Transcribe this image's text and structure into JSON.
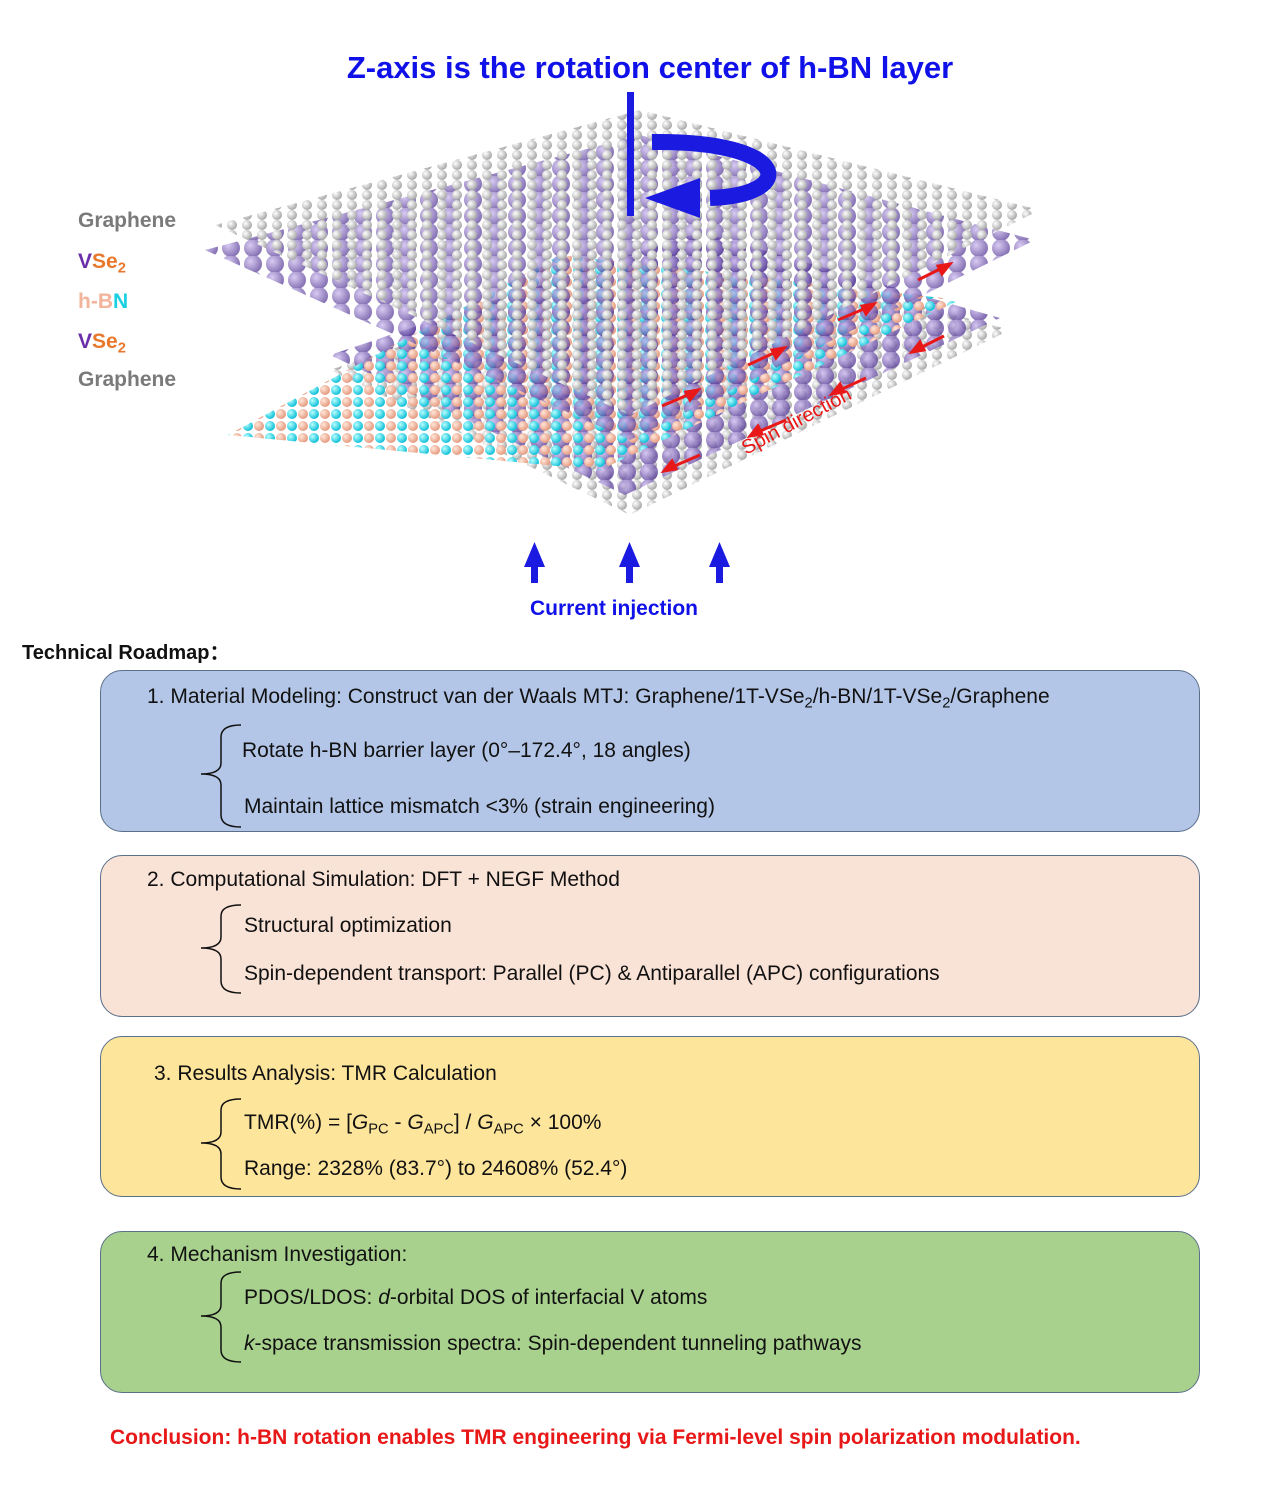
{
  "title": "Z-axis is the rotation center of h-BN layer",
  "layers": [
    {
      "text": "Graphene"
    },
    {
      "part1": "V",
      "part2": "Se",
      "sub": "2"
    },
    {
      "part1": "h-B",
      "part2": "N"
    },
    {
      "part1": "V",
      "part2": "Se",
      "sub": "2"
    },
    {
      "text": "Graphene"
    }
  ],
  "spin_label": "Spin direction",
  "current_label": "Current injection",
  "roadmap_title": "Technical Roadmap：",
  "colors": {
    "title_blue": "#1010e8",
    "box1": "#b4c6e7",
    "box2": "#f9e2d6",
    "box3": "#fde59c",
    "box4": "#a9d18e",
    "conclusion_red": "#e81818"
  },
  "steps": [
    {
      "head_pre": "1. Material Modeling: Construct van der Waals MTJ: Graphene/1T-VSe",
      "head_sub1": "2",
      "head_mid": "/h-BN/1T-VSe",
      "head_sub2": "2",
      "head_post": "/Graphene",
      "items": [
        "Rotate h-BN barrier layer (0°–172.4°, 18 angles)",
        "Maintain lattice mismatch <3% (strain engineering)"
      ]
    },
    {
      "head": "2. Computational Simulation: DFT + NEGF Method",
      "items": [
        "Structural optimization",
        "Spin-dependent transport: Parallel (PC) & Antiparallel (APC) configurations"
      ]
    },
    {
      "head": "3. Results Analysis: TMR Calculation",
      "formula": {
        "lhs": "TMR(%) = [",
        "g": "G",
        "pc": "PC",
        "minus": " - ",
        "apc": "APC",
        "mid": "] / ",
        "tail": " × 100%"
      },
      "range": "Range: 2328% (83.7°) to 24608% (52.4°)"
    },
    {
      "head": "4. Mechanism Investigation:",
      "item1_italic": "d",
      "item1_pre": "PDOS/LDOS: ",
      "item1_post": "-orbital DOS of interfacial V atoms",
      "item2_italic": "k",
      "item2_post": "-space transmission spectra: Spin-dependent tunneling pathways"
    }
  ],
  "conclusion": "Conclusion: h-BN rotation enables TMR engineering via Fermi-level spin polarization modulation."
}
